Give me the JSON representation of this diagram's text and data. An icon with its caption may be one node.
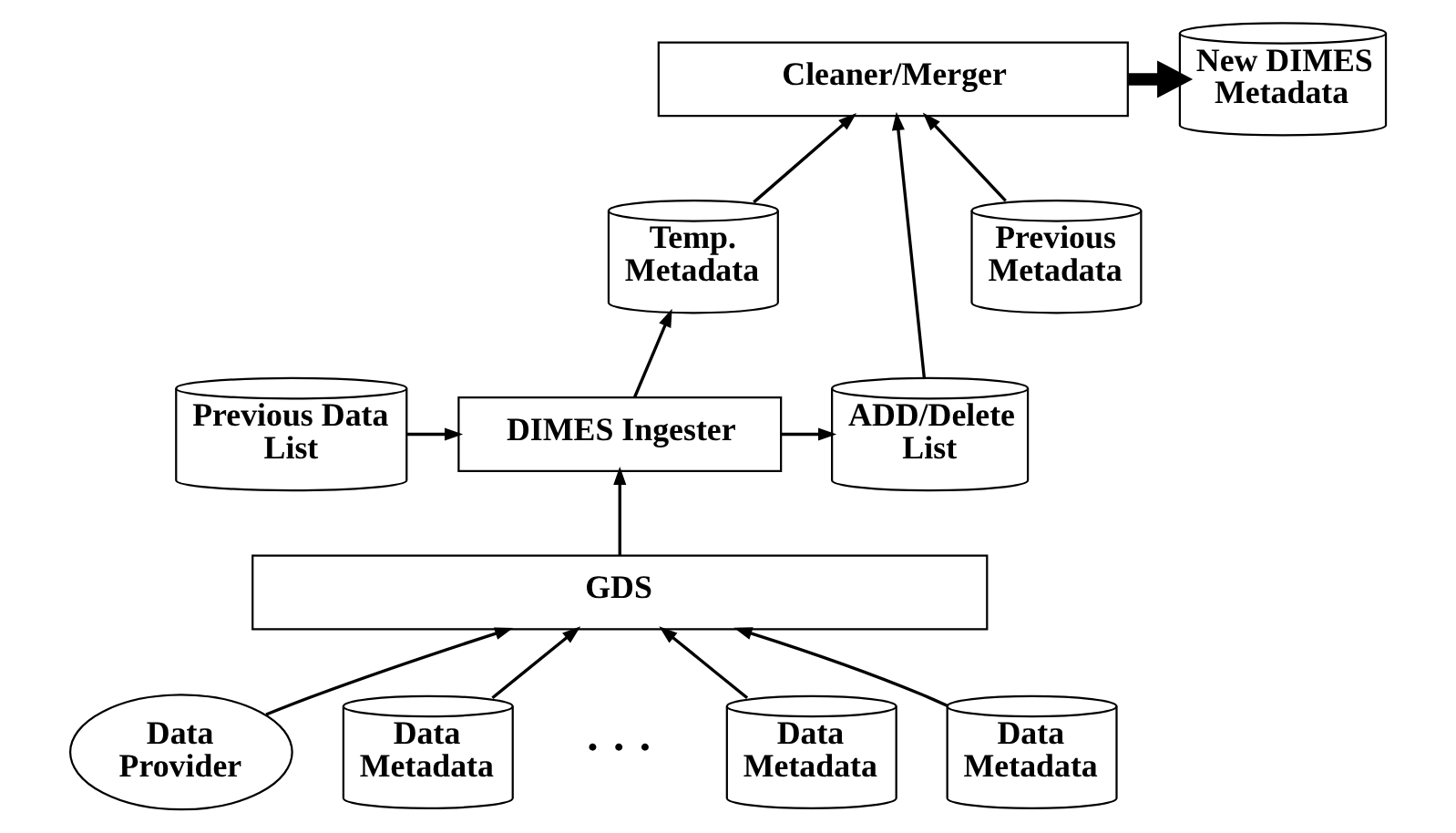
{
  "diagram": {
    "nodes": [
      {
        "text": [
          "Cleaner/Merger"
        ]
      },
      {
        "text": [
          "New DIMES Metadata"
        ]
      },
      {
        "text": [
          "Temp. Metadata"
        ]
      },
      {
        "text": [
          "Previous Metadata"
        ]
      },
      {
        "text": [
          "ADD/Delete List"
        ]
      },
      {
        "text": [
          "DIMES Ingester"
        ]
      },
      {
        "text": [
          "Previous Data List"
        ]
      },
      {
        "text": [
          "GDS"
        ]
      },
      {
        "text": [
          "Data Provider"
        ]
      },
      {
        "text": [
          "Data Metadata"
        ]
      },
      {
        "text": [
          "Data Metadata"
        ]
      },
      {
        "text": [
          "Data Metadata"
        ]
      }
    ],
    "edges": [
      {
        "from": 0,
        "to": 1,
        "arrow": "to",
        "style": "thick"
      },
      {
        "from": 2,
        "to": 0,
        "arrow": "to"
      },
      {
        "from": 3,
        "to": 0,
        "arrow": "to"
      },
      {
        "from": 4,
        "to": 0,
        "arrow": "to"
      },
      {
        "from": 5,
        "to": 2,
        "arrow": "to"
      },
      {
        "from": 5,
        "to": 4,
        "arrow": "to"
      },
      {
        "from": 6,
        "to": 5,
        "arrow": "to"
      },
      {
        "from": 7,
        "to": 5,
        "arrow": "to"
      },
      {
        "from": 8,
        "to": 7,
        "arrow": "to"
      },
      {
        "from": 9,
        "to": 7,
        "arrow": "to"
      },
      {
        "from": 10,
        "to": 7,
        "arrow": "to"
      },
      {
        "from": 11,
        "to": 7,
        "arrow": "to"
      }
    ],
    "labels": [
      "· · ·"
    ]
  }
}
